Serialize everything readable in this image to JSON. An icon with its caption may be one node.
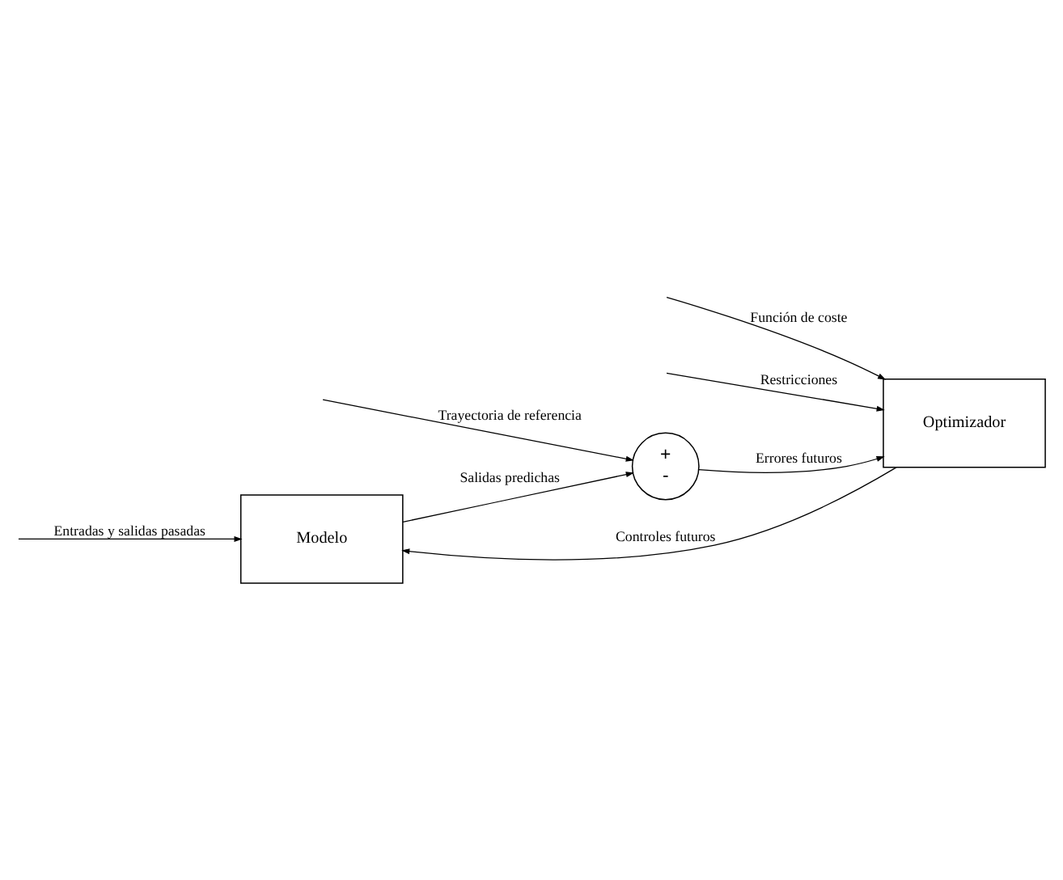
{
  "diagram": {
    "nodes": [
      {
        "text": [
          "Modelo"
        ]
      },
      {
        "text": [
          "Optimizador"
        ]
      },
      {
        "text": [
          "+",
          "-"
        ]
      }
    ],
    "edges": [
      {
        "from": null,
        "to": 0,
        "arrow": "to",
        "label": "Entradas y salidas pasadas"
      },
      {
        "from": null,
        "to": 2,
        "arrow": "to",
        "label": "Trayectoria de referencia"
      },
      {
        "from": 0,
        "to": 2,
        "arrow": "to",
        "label": "Salidas predichas"
      },
      {
        "from": 2,
        "to": 1,
        "arrow": "to",
        "label": "Errores futuros"
      },
      {
        "from": 1,
        "to": 0,
        "arrow": "to",
        "label": "Controles futuros"
      },
      {
        "from": null,
        "to": 1,
        "arrow": "to",
        "label": "Función de coste"
      },
      {
        "from": null,
        "to": 1,
        "arrow": "to",
        "label": "Restricciones"
      }
    ]
  }
}
